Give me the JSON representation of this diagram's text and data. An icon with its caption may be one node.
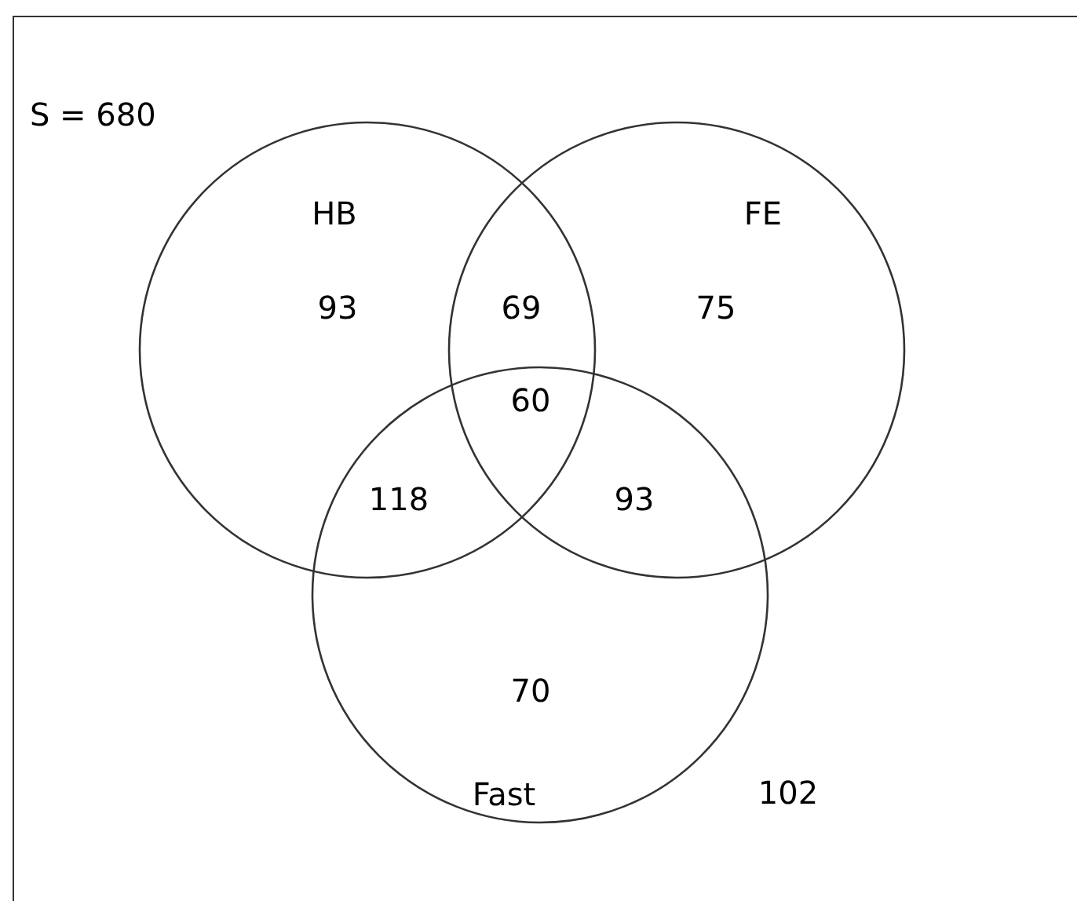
{
  "diagram": {
    "nodes": [
      {
        "text": [
          "S = 680"
        ]
      },
      {
        "text": [
          "HB"
        ],
        "in": 0
      },
      {
        "text": [
          "FE"
        ],
        "in": 0
      },
      {
        "text": [
          "Fast"
        ],
        "in": 0
      }
    ],
    "labels": [
      "93",
      "69",
      "75",
      "60",
      "118",
      "93",
      "70",
      "102"
    ]
  }
}
